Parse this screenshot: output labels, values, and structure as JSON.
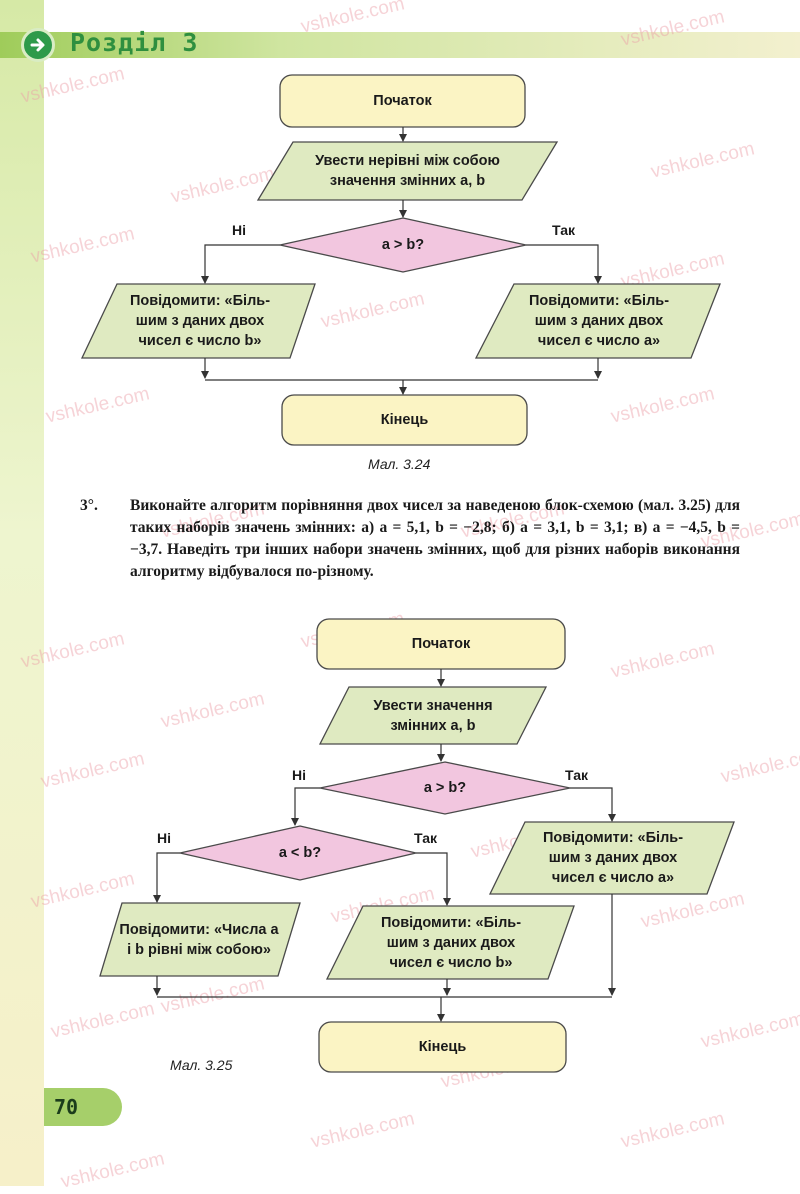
{
  "header": {
    "chapter_title": "Розділ 3"
  },
  "figure_324": {
    "start": "Початок",
    "input_line1": "Увести нерівні між собою",
    "input_line2": "значення змінних a, b",
    "condition": "a > b?",
    "no_label": "Ні",
    "yes_label": "Так",
    "left_output": [
      "Повідомити: «Біль-",
      "шим з даних двох",
      "чисел є число b»"
    ],
    "right_output": [
      "Повідомити: «Біль-",
      "шим з даних двох",
      "чисел є число a»"
    ],
    "end": "Кінець",
    "caption": "Мал. 3.24"
  },
  "task": {
    "number": "3°.",
    "text": "Виконайте алгоритм порівняння двох чисел за наведеною блок-схемою (мал. 3.25) для таких наборів значень змінних: а) a = 5,1, b = −2,8; б) a = 3,1, b = 3,1; в) a = −4,5, b = −3,7. Наведіть три інших набори значень змінних, щоб для різних наборів виконання алгоритму відбувалося по-різному."
  },
  "figure_325": {
    "start": "Початок",
    "input_line1": "Увести значення",
    "input_line2": "змінних a, b",
    "condition1": "a > b?",
    "condition2": "a < b?",
    "no_label_1": "Ні",
    "yes_label_1": "Так",
    "no_label_2": "Ні",
    "yes_label_2": "Так",
    "right_output": [
      "Повідомити: «Біль-",
      "шим з даних двох",
      "чисел є число a»"
    ],
    "left_output": [
      "Повідомити: «Числа a",
      "і b рівні між собою»"
    ],
    "middle_output": [
      "Повідомити: «Біль-",
      "шим з даних двох",
      "чисел є число b»"
    ],
    "end": "Кінець",
    "caption": "Мал. 3.25"
  },
  "footer": {
    "page_number": "70"
  },
  "watermark": "vshkole.com",
  "colors": {
    "terminal": "#fbf4c4",
    "io": "#dfeac1",
    "decision": "#f2c6df",
    "stroke": "#4a4a4a",
    "green": "#2f8f3f"
  }
}
